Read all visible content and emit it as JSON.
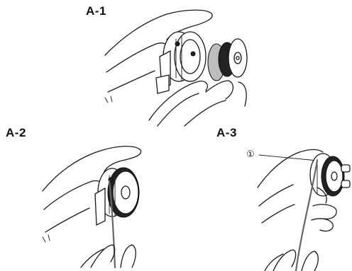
{
  "panels": [
    {
      "id": "A-1",
      "label": "A-1"
    },
    {
      "id": "A-2",
      "label": "A-2"
    },
    {
      "id": "A-3",
      "label": "A-3"
    }
  ],
  "callouts": {
    "a3_marker": "①"
  },
  "icons": {
    "hand": "hand-illustration",
    "bobbin_case": "bobbin-case-illustration",
    "bobbin": "bobbin-illustration",
    "thread": "thread-line"
  }
}
